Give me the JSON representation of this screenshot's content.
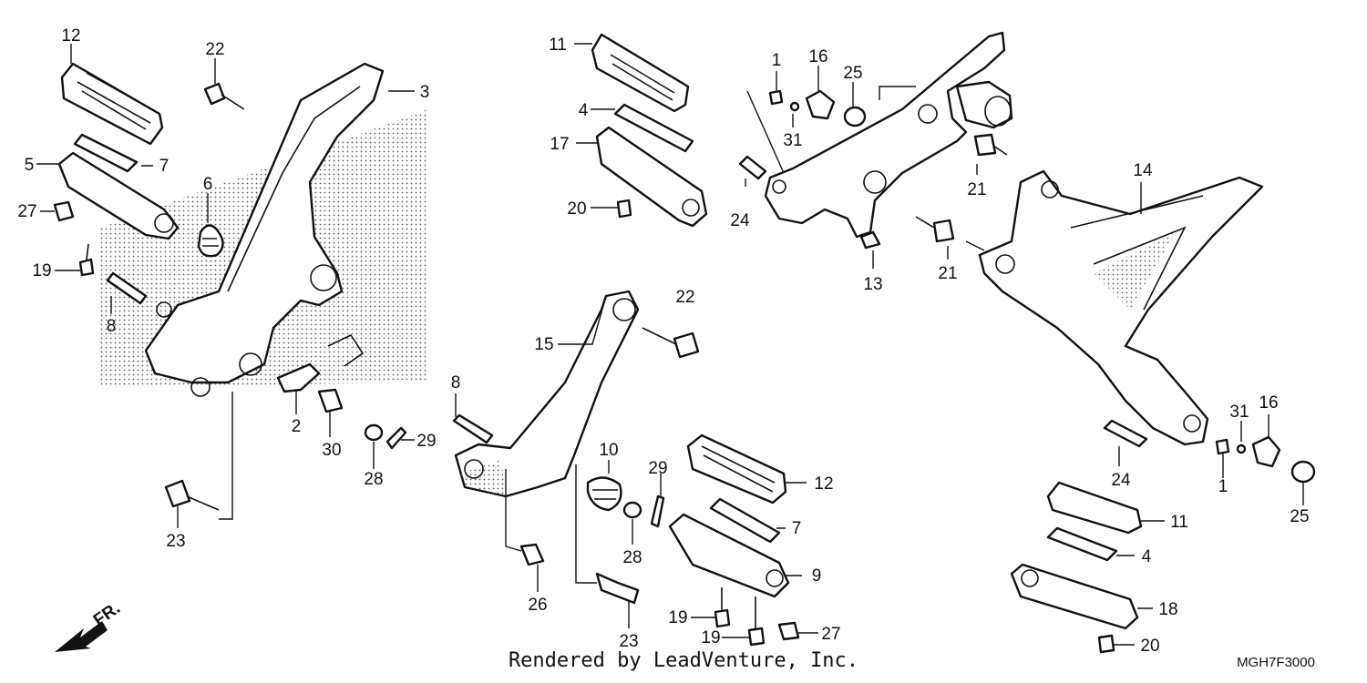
{
  "diagram": {
    "callouts": [
      "12",
      "22",
      "3",
      "5",
      "7",
      "6",
      "27",
      "19",
      "8",
      "2",
      "30",
      "28",
      "29",
      "23",
      "11",
      "4",
      "17",
      "20",
      "1",
      "16",
      "25",
      "31",
      "24",
      "13",
      "21",
      "14",
      "22",
      "15",
      "8",
      "10",
      "29",
      "12",
      "7",
      "9",
      "28",
      "26",
      "23",
      "19",
      "19",
      "27",
      "31",
      "16",
      "1",
      "24",
      "25",
      "11",
      "4",
      "18",
      "20"
    ],
    "front_indicator": "FR.",
    "footer_credit": "Rendered by LeadVenture, Inc.",
    "diagram_code": "MGH7F3000"
  }
}
